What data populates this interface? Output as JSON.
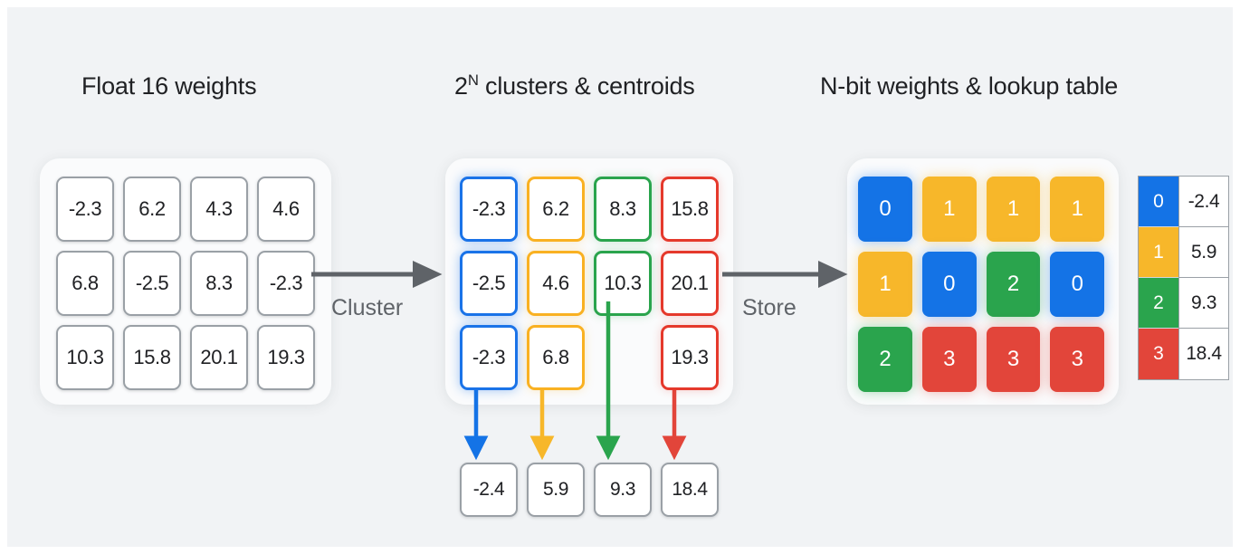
{
  "colors": {
    "background": "#f1f3f5",
    "panel": "#fafbfc",
    "blue": "#1473e6",
    "yellow": "#f7b72a",
    "green": "#2aa44d",
    "red": "#e2453a",
    "gray_border": "#9aa0a6",
    "arrow_gray": "#5f6368",
    "text": "#202124"
  },
  "columns": {
    "float16": {
      "title_prefix": "Float 16 weights",
      "matrix": [
        [
          "-2.3",
          "6.2",
          "4.3",
          "4.6"
        ],
        [
          "6.8",
          "-2.5",
          "8.3",
          "-2.3"
        ],
        [
          "10.3",
          "15.8",
          "20.1",
          "19.3"
        ]
      ]
    },
    "clusters": {
      "title_prefix": "2",
      "title_sup": "N",
      "title_suffix": " clusters & centroids",
      "matrix": [
        [
          {
            "value": "-2.3",
            "color": "blue"
          },
          {
            "value": "6.2",
            "color": "yellow"
          },
          {
            "value": "8.3",
            "color": "green"
          },
          {
            "value": "15.8",
            "color": "red"
          }
        ],
        [
          {
            "value": "-2.5",
            "color": "blue"
          },
          {
            "value": "4.6",
            "color": "yellow"
          },
          {
            "value": "10.3",
            "color": "green"
          },
          {
            "value": "20.1",
            "color": "red"
          }
        ],
        [
          {
            "value": "-2.3",
            "color": "blue"
          },
          {
            "value": "6.8",
            "color": "yellow"
          },
          {
            "value": "",
            "color": "none"
          },
          {
            "value": "19.3",
            "color": "red"
          }
        ]
      ],
      "centroids": [
        {
          "value": "-2.4",
          "color": "blue"
        },
        {
          "value": "5.9",
          "color": "yellow"
        },
        {
          "value": "9.3",
          "color": "green"
        },
        {
          "value": "18.4",
          "color": "red"
        }
      ]
    },
    "nbit": {
      "title_prefix": "N-bit weights & lookup table",
      "matrix": [
        [
          {
            "value": "0",
            "color": "blue"
          },
          {
            "value": "1",
            "color": "yellow"
          },
          {
            "value": "1",
            "color": "yellow"
          },
          {
            "value": "1",
            "color": "yellow"
          }
        ],
        [
          {
            "value": "1",
            "color": "yellow"
          },
          {
            "value": "0",
            "color": "blue"
          },
          {
            "value": "2",
            "color": "green"
          },
          {
            "value": "0",
            "color": "blue"
          }
        ],
        [
          {
            "value": "2",
            "color": "green"
          },
          {
            "value": "3",
            "color": "red"
          },
          {
            "value": "3",
            "color": "red"
          },
          {
            "value": "3",
            "color": "red"
          }
        ]
      ],
      "lookup_table": [
        {
          "key": "0",
          "value": "-2.4",
          "color": "blue"
        },
        {
          "key": "1",
          "value": "5.9",
          "color": "yellow"
        },
        {
          "key": "2",
          "value": "9.3",
          "color": "green"
        },
        {
          "key": "3",
          "value": "18.4",
          "color": "red"
        }
      ]
    }
  },
  "arrows": {
    "cluster_label": "Cluster",
    "store_label": "Store"
  }
}
